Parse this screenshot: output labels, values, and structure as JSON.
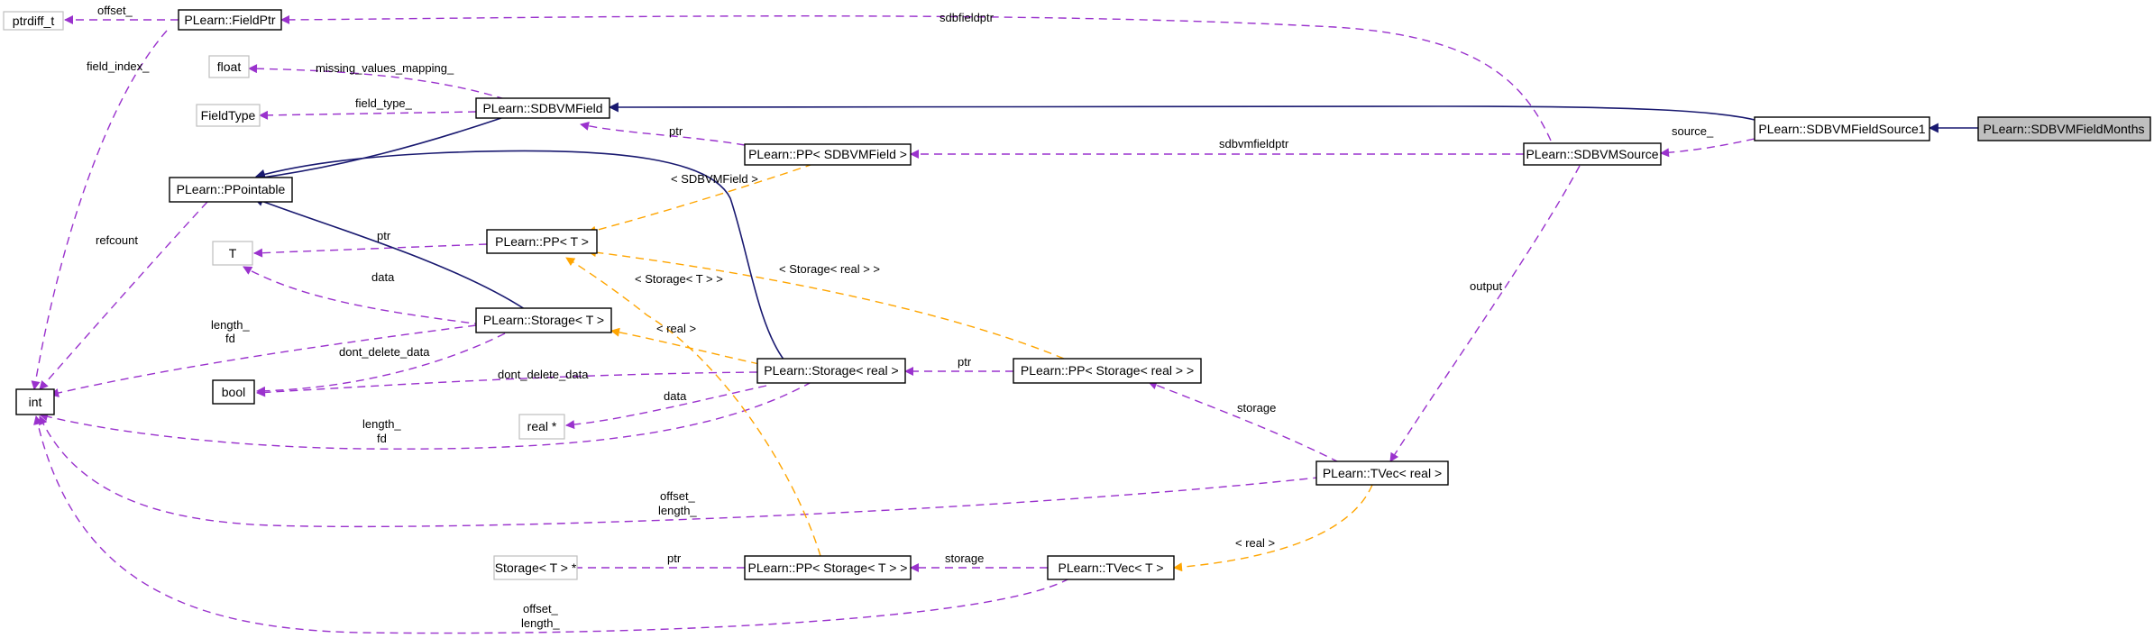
{
  "colors": {
    "member_edge": "#9a32cd",
    "template_edge": "#ffa500",
    "inherit_edge": "#191970",
    "focus_fill": "#bfbfbf",
    "weak_border": "#bfbfbf"
  },
  "nodes": {
    "ptrdiff": "ptrdiff_t",
    "fieldptr": "PLearn::FieldPtr",
    "float": "float",
    "fieldtype": "FieldType",
    "sdbvmfield": "PLearn::SDBVMField",
    "ppointable": "PLearn::PPointable",
    "pp_sdbvmfield": "PLearn::PP< SDBVMField >",
    "sdbvmsource": "PLearn::SDBVMSource",
    "fieldsource1": "PLearn::SDBVMFieldSource1",
    "fieldmonths": "PLearn::SDBVMFieldMonths",
    "T": "T",
    "pp_T": "PLearn::PP< T >",
    "storage_T": "PLearn::Storage< T >",
    "int": "int",
    "bool": "bool",
    "storage_real": "PLearn::Storage< real >",
    "pp_storage_real": "PLearn::PP< Storage< real > >",
    "realptr": "real *",
    "tvec_real": "PLearn::TVec< real >",
    "storageTptr": "Storage< T > *",
    "pp_storage_T": "PLearn::PP< Storage< T > >",
    "tvec_T": "PLearn::TVec< T >"
  },
  "edge_labels": {
    "offset_ptrdiff": "offset_",
    "sdbfieldptr": "sdbfieldptr",
    "field_index": "field_index_",
    "missing": "missing_values_mapping_",
    "field_type": "field_type_",
    "ptr_sdbvmfield": "ptr",
    "sdbvmfieldptr": "sdbvmfieldptr",
    "source": "source_",
    "tmpl_sdbvmfield": "< SDBVMField >",
    "refcount": "refcount",
    "ptr_T": "ptr",
    "tmpl_storage_real_pp": "< Storage< real > >",
    "tmpl_storage_T_pp": "< Storage< T > >",
    "output": "output",
    "data_T": "data",
    "length_fd_1a": "length_",
    "length_fd_1b": "fd",
    "dont_delete_1": "dont_delete_data",
    "tmpl_real_storage": "< real >",
    "dont_delete_2": "dont_delete_data",
    "ptr_storage_real": "ptr",
    "data_real": "data",
    "storage_tvec": "storage",
    "length_fd_2a": "length_",
    "length_fd_2b": "fd",
    "offset_length_1a": "offset_",
    "offset_length_1b": "length_",
    "tmpl_real_tvec": "< real >",
    "ptr_storageT": "ptr",
    "storage_ppT": "storage",
    "offset_length_2a": "offset_",
    "offset_length_2b": "length_"
  }
}
